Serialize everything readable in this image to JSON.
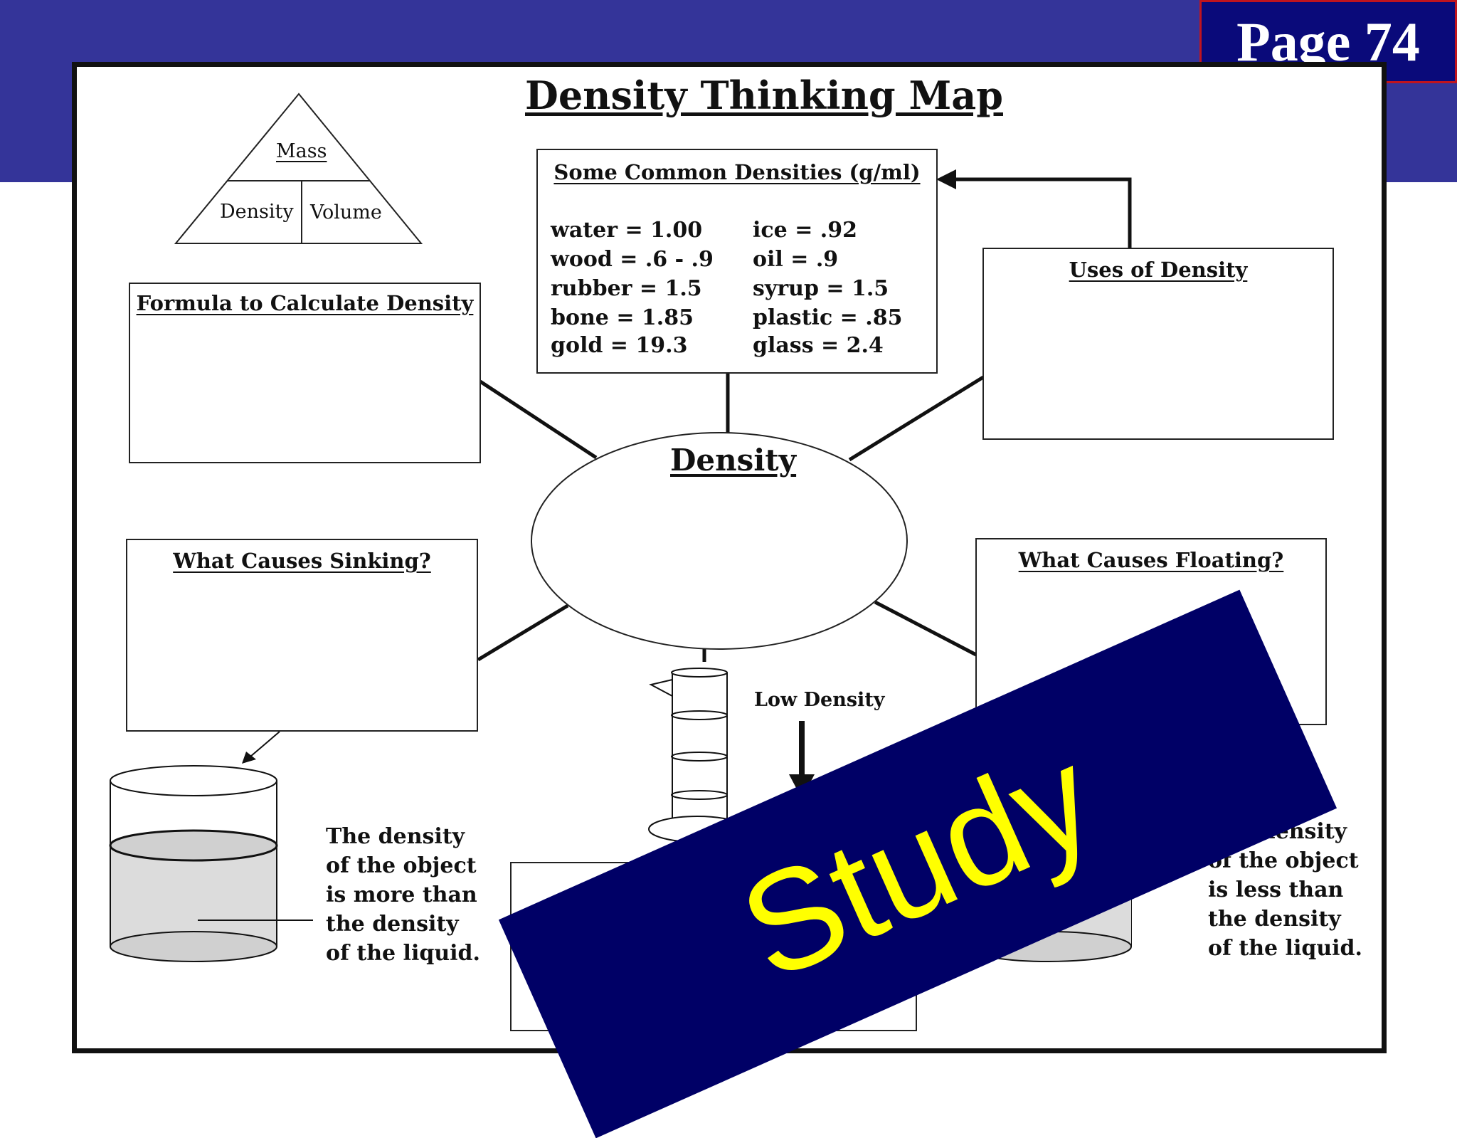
{
  "page_label": "Page 74",
  "title": "Density Thinking Map",
  "triangle": {
    "top": "Mass",
    "left": "Density",
    "right": "Volume"
  },
  "center": "Density",
  "boxes": {
    "common_densities": {
      "heading": "Some Common Densities (g/ml)",
      "left_column": [
        "water = 1.00",
        "wood =  .6 - .9",
        "rubber  = 1.5",
        "bone = 1.85",
        "gold = 19.3"
      ],
      "right_column": [
        "ice =  .92",
        "oil = .9",
        "syrup = 1.5",
        "plastic = .85",
        "glass = 2.4"
      ]
    },
    "formula": {
      "heading": "Formula to Calculate Density"
    },
    "uses": {
      "heading": "Uses of Density"
    },
    "sinking": {
      "heading": "What Causes Sinking?"
    },
    "floating": {
      "heading": "What Causes Floating?"
    }
  },
  "cylinder_label": "Low Density",
  "sinking_text": [
    "The density",
    "of the object",
    "is more than",
    "the density",
    "of the liquid."
  ],
  "floating_text": [
    "The density",
    "of the object",
    "is less than",
    "the density",
    "of the liquid."
  ],
  "stamp": "Study",
  "colors": {
    "banner": "#343499",
    "badge": "#0a0a7a",
    "badge_border": "#c0141e",
    "stamp_bg": "#000066",
    "stamp_text": "#ffff00"
  }
}
